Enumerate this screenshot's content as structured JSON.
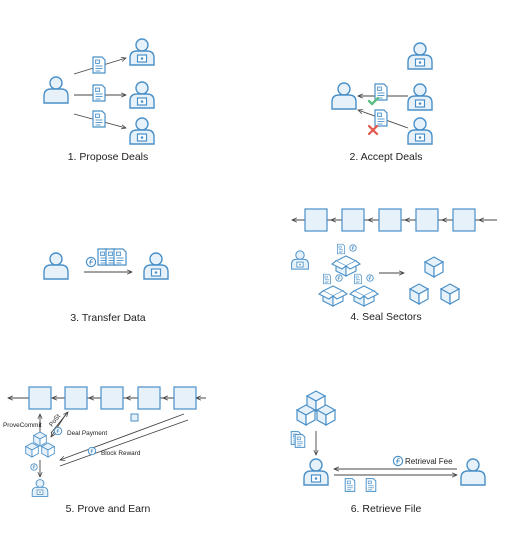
{
  "colors": {
    "stroke": "#4a90c8",
    "fill": "#e6f1fa",
    "green": "#5bbf86",
    "red": "#e2574c",
    "text": "#222222",
    "line": "#444444"
  },
  "panels": {
    "propose": {
      "caption": "1. Propose Deals"
    },
    "accept": {
      "caption": "2. Accept Deals"
    },
    "transfer": {
      "caption": "3. Transfer Data"
    },
    "seal": {
      "caption": "4. Seal Sectors"
    },
    "prove": {
      "caption": "5. Prove and Earn",
      "prove_commit": "ProveCommit",
      "post": "PoSt",
      "deal_payment": "Deal Payment",
      "block_reward": "Block Reward"
    },
    "retrieve": {
      "caption": "6. Retrieve File",
      "retrieval_fee": "Retrieval Fee"
    }
  },
  "icons": [
    "person-icon",
    "miner-icon",
    "document-icon",
    "cube-icon",
    "coin-icon",
    "check-icon",
    "cross-icon",
    "block-icon"
  ]
}
